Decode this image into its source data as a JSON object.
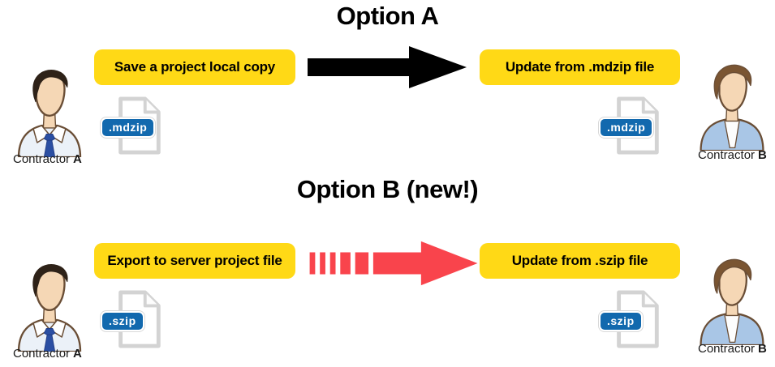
{
  "colors": {
    "box_yellow": "#FFD916",
    "file_label_blue": "#1269AE",
    "arrow_red": "#F9444C",
    "arrow_black": "#000000",
    "jacket_blue": "#A9C6E6",
    "tie_blue": "#2B4FA3"
  },
  "icons": {
    "file": "document-page-icon",
    "option_a_arrow": "solid-black-right-arrow",
    "option_b_arrow": "dashed-red-right-arrow",
    "left_person": "man-with-tie-avatar",
    "right_person": "man-with-jacket-avatar"
  },
  "option_a": {
    "title": "Option A",
    "left_box": "Save a project local copy",
    "right_box": "Update from .mdzip file",
    "file_extension": ".mdzip",
    "left_person": {
      "name": "Contractor",
      "letter": "A"
    },
    "right_person": {
      "name": "Contractor",
      "letter": "B"
    }
  },
  "option_b": {
    "title": "Option B (new!)",
    "left_box": "Export to server project file",
    "right_box": "Update from .szip file",
    "file_extension": ".szip",
    "left_person": {
      "name": "Contractor",
      "letter": "A"
    },
    "right_person": {
      "name": "Contractor",
      "letter": "B"
    }
  }
}
